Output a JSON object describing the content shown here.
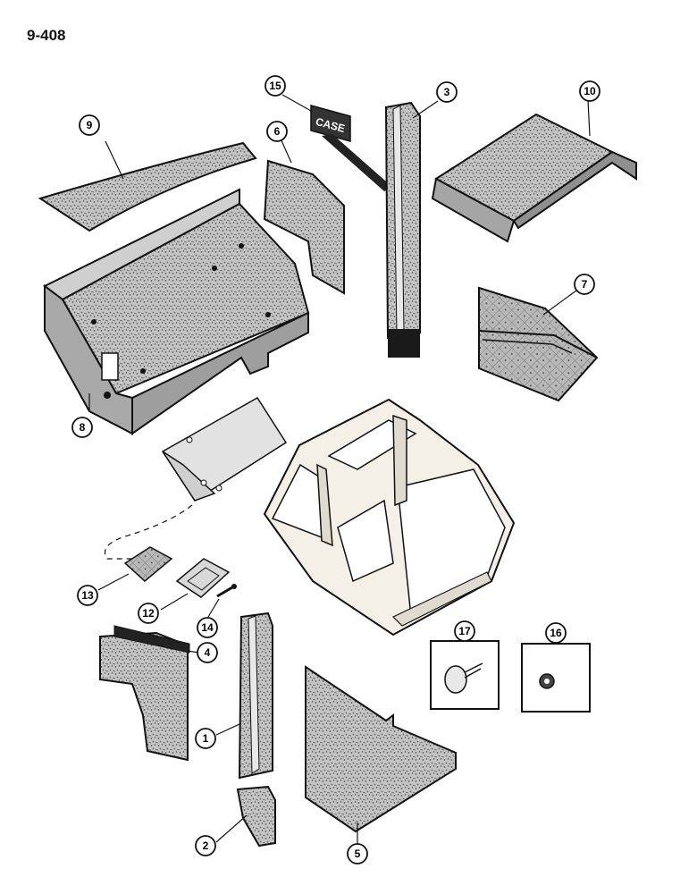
{
  "page": {
    "number": "9-408"
  },
  "colors": {
    "ink": "#111111",
    "panel": "#bdbdbd",
    "panel_dark": "#8f8f8f",
    "frame": "#f4f0e8",
    "paper": "#ffffff"
  },
  "decal": {
    "text": "CASE"
  },
  "callouts": [
    {
      "num": "1",
      "part": "rear-corner-post-trim"
    },
    {
      "num": "2",
      "part": "lower-post-cap"
    },
    {
      "num": "3",
      "part": "front-corner-post-trim"
    },
    {
      "num": "4",
      "part": "left-rear-side-panel"
    },
    {
      "num": "5",
      "part": "right-side-panel"
    },
    {
      "num": "6",
      "part": "small-upper-panel"
    },
    {
      "num": "7",
      "part": "quilted-rear-panel"
    },
    {
      "num": "8",
      "part": "rear-shelf-panel"
    },
    {
      "num": "9",
      "part": "headliner-strip"
    },
    {
      "num": "10",
      "part": "roof-liner"
    },
    {
      "num": "12",
      "part": "lamp-bezel"
    },
    {
      "num": "13",
      "part": "dome-lamp-lens"
    },
    {
      "num": "14",
      "part": "screw"
    },
    {
      "num": "15",
      "part": "case-decal"
    },
    {
      "num": "16",
      "part": "push-nut"
    },
    {
      "num": "17",
      "part": "push-rivet"
    }
  ]
}
